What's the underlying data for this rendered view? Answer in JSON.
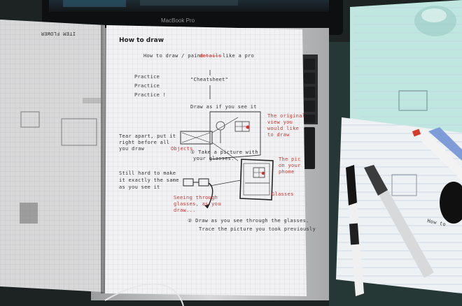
{
  "laptop": {
    "brand": "MacBook Pro"
  },
  "notebook": {
    "title": "How to draw",
    "line1": "How to draw / paint",
    "line1_strike": "details",
    "line1_tail": "like a pro",
    "practice": [
      "Practice",
      "Practice",
      "Practice !"
    ],
    "cheatsheet": "\"Cheatsheet\"",
    "step_draw": "Draw as if you see it",
    "tip1": [
      "Tear apart, put it",
      "right before all",
      "you draw"
    ],
    "tip2": [
      "Still hard to make",
      "it exactly the same",
      "as you see it"
    ],
    "objects": "Objects",
    "step1": [
      "① Take a picture with",
      "your glasses."
    ],
    "original_view": [
      "The original",
      "view you",
      "would like",
      "to draw"
    ],
    "pic_note": [
      "The pic",
      "on your",
      "phone"
    ],
    "glasses": "Glasses",
    "see_through": [
      "Seeing through",
      "glasses, as you",
      "draw..."
    ],
    "step2": "② Draw as you see through the glasses.",
    "step3": "Trace the picture you took previously",
    "left_page_title": "ITEM FLOWER"
  },
  "right_paper": {
    "note": "How to"
  }
}
